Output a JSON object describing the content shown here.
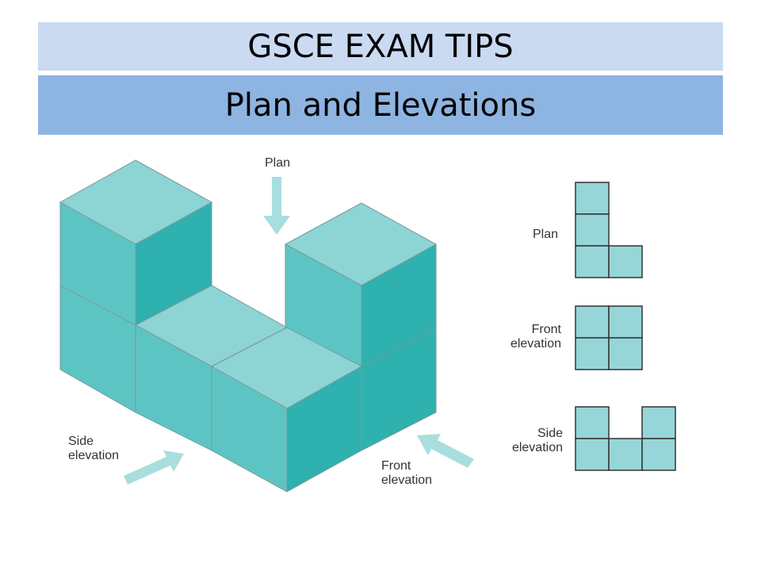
{
  "header": {
    "title": "GSCE EXAM TIPS",
    "subtitle": "Plan and Elevations"
  },
  "iso_labels": {
    "plan": "Plan",
    "side_line1": "Side",
    "side_line2": "elevation",
    "front_line1": "Front",
    "front_line2": "elevation"
  },
  "view_labels": {
    "plan": "Plan",
    "front_line1": "Front",
    "front_line2": "elevation",
    "side_line1": "Side",
    "side_line2": "elevation"
  },
  "colors": {
    "top_face": "#8dd4d4",
    "left_face": "#5cc5c4",
    "right_face": "#2eb1af",
    "grid_fill": "#96d6d8",
    "arrow": "#a8dede"
  }
}
